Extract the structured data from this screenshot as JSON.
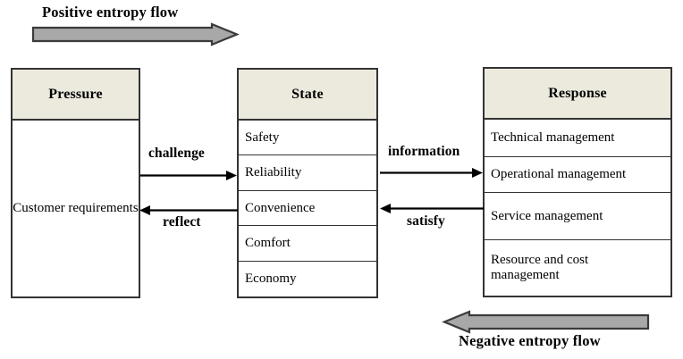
{
  "diagram": {
    "title_flows": {
      "positive": "Positive entropy flow",
      "negative": "Negative entropy flow"
    },
    "colors": {
      "header_fill": "#ECE9DD",
      "arrow_fill": "#A8A8A8",
      "border": "#333333",
      "background": "#FFFFFF"
    },
    "pillars": [
      {
        "id": "pressure",
        "header": "Pressure",
        "single_value": "Customer requirements",
        "items": []
      },
      {
        "id": "state",
        "header": "State",
        "single_value": "",
        "items": [
          "Safety",
          "Reliability",
          "Convenience",
          "Comfort",
          "Economy"
        ]
      },
      {
        "id": "response",
        "header": "Response",
        "single_value": "",
        "items": [
          "Technical management",
          "Operational management",
          "Service management",
          "Resource and cost management"
        ]
      }
    ],
    "connectors": [
      {
        "id": "challenge",
        "label": "challenge",
        "direction": "right",
        "from": "pressure",
        "to": "state"
      },
      {
        "id": "reflect",
        "label": "reflect",
        "direction": "left",
        "from": "state",
        "to": "pressure"
      },
      {
        "id": "information",
        "label": "information",
        "direction": "right",
        "from": "state",
        "to": "response"
      },
      {
        "id": "satisfy",
        "label": "satisfy",
        "direction": "left",
        "from": "response",
        "to": "state"
      }
    ]
  }
}
